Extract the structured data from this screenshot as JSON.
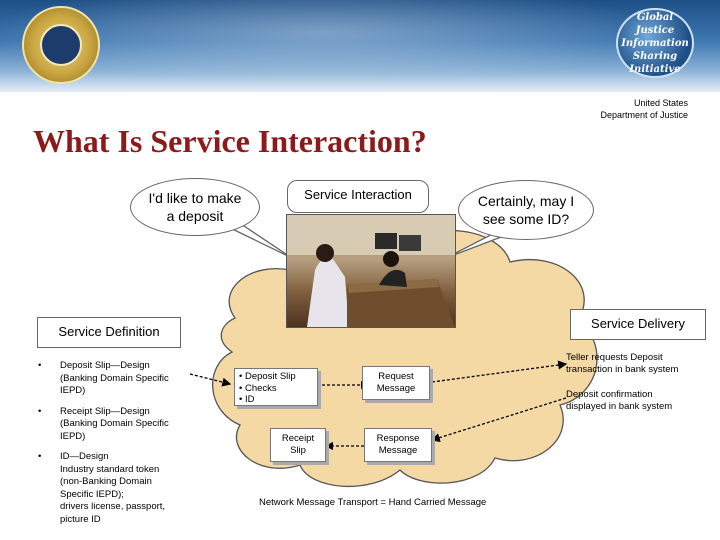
{
  "header": {
    "global_logo_lines": [
      "Global Justice",
      "Information",
      "Sharing Initiative"
    ],
    "department_line1": "United States",
    "department_line2": "Department of Justice"
  },
  "title": "What Is Service Interaction?",
  "bubbles": {
    "customer_line1": "I'd like to make",
    "customer_line2": "a deposit",
    "teller_line1": "Certainly, may I",
    "teller_line2": "see some ID?"
  },
  "labels": {
    "service_interaction": "Service Interaction",
    "service_definition": "Service Definition",
    "service_delivery": "Service Delivery"
  },
  "definition_items": [
    {
      "lines": [
        "Deposit Slip—Design",
        "(Banking Domain Specific",
        "IEPD)"
      ]
    },
    {
      "lines": [
        "Receipt Slip—Design",
        "(Banking Domain Specific",
        "IEPD)"
      ]
    },
    {
      "lines": [
        "ID—Design",
        "Industry standard token",
        "(non-Banking Domain",
        "Specific IEPD);",
        "drivers license, passport,",
        "picture ID"
      ]
    }
  ],
  "deposit_items": [
    "Deposit Slip",
    "Checks",
    "ID"
  ],
  "request_message": [
    "Request",
    "Message"
  ],
  "receipt_slip": [
    "Receipt",
    "Slip"
  ],
  "response_message": [
    "Response",
    "Message"
  ],
  "delivery_notes": {
    "teller_line1": "Teller requests Deposit",
    "teller_line2": "transaction in bank system",
    "confirm_line1": "Deposit confirmation",
    "confirm_line2": "displayed in bank system"
  },
  "footer": "Network Message Transport = Hand Carried Message"
}
